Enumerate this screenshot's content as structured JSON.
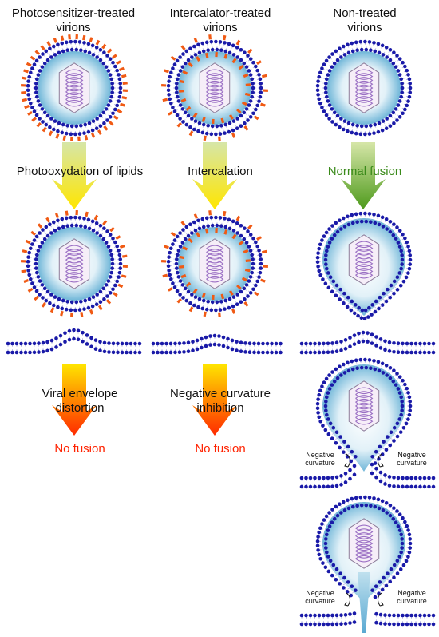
{
  "columns": [
    {
      "title": "Photosensitizer-treated\nvirions",
      "step": "Photooxydation of lipids",
      "effect": "Viral envelope\ndistortion",
      "result": "No fusion"
    },
    {
      "title": "Intercalator-treated\nvirions",
      "step": "Intercalation",
      "effect": "Negative curvature\ninhibition",
      "result": "No fusion"
    },
    {
      "title": "Non-treated\nvirions",
      "step": "Normal fusion"
    }
  ],
  "annotations": {
    "negative_curvature": "Negative\ncurvature"
  },
  "colors": {
    "bead": "#1a1aa8",
    "orange_tag": "#f05a14",
    "tail": "#b9b9e6",
    "genome": "#9b6fc4",
    "arrow_green_top": "#d6e6a8",
    "arrow_green_bottom": "#4e9a1c",
    "arrow_yellow_top": "#d6e6a8",
    "arrow_yellow_bottom": "#ffe600",
    "arrow_red_top": "#ffe600",
    "arrow_red_bottom": "#ff2a00",
    "result_red": "#ff2200",
    "fusion_green": "#3a8a1a"
  }
}
